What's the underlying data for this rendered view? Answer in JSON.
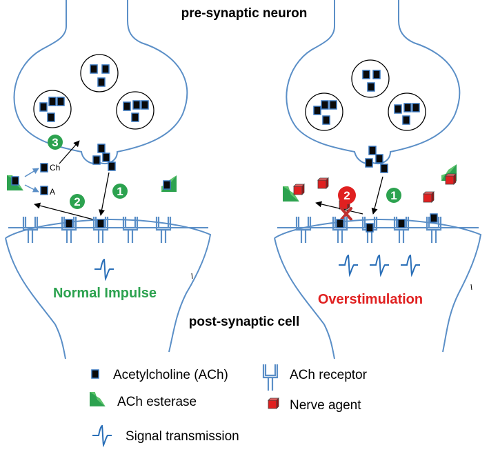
{
  "labels": {
    "top_title": "pre-synaptic neuron",
    "bottom_title": "post-synaptic cell",
    "normal": "Normal Impulse",
    "overstim": "Overstimulation",
    "choline": "Ch",
    "acetate": "A"
  },
  "steps": {
    "one": "1",
    "two": "2",
    "three": "3"
  },
  "legend": {
    "ach": "Acetylcholine (ACh)",
    "esterase": "ACh esterase",
    "signal": "Signal transmission",
    "receptor": "ACh receptor",
    "nerve_agent": "Nerve agent"
  },
  "colors": {
    "outline": "#5b8fc7",
    "green": "#2ca24f",
    "red": "#e02020",
    "ach_fill": "#0a0a0a",
    "ach_edge": "#3a78c0"
  }
}
